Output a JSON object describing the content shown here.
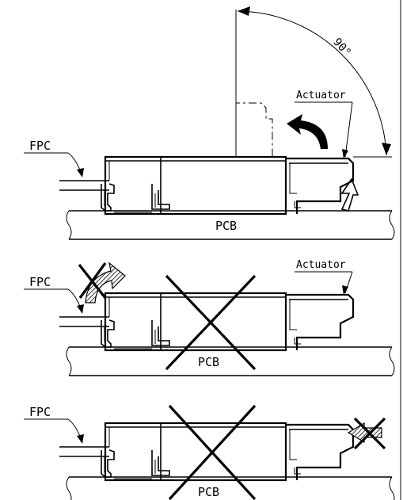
{
  "labels": {
    "fpc": "FPC",
    "pcb": "PCB",
    "actuator": "Actuator",
    "angle": "90°"
  },
  "colors": {
    "line": "#000000",
    "background": "#ffffff",
    "hatch_gray": "#8c8c8c"
  },
  "panels": [
    {
      "id": "correct-operation",
      "marked_incorrect": false,
      "shows_actuator_label": true,
      "shows_angle": true
    },
    {
      "id": "incorrect-lift-at-fpc-side",
      "marked_incorrect": true,
      "shows_actuator_label": true,
      "shows_angle": false
    },
    {
      "id": "incorrect-push-actuator",
      "marked_incorrect": true,
      "shows_actuator_label": false,
      "shows_angle": false
    }
  ]
}
